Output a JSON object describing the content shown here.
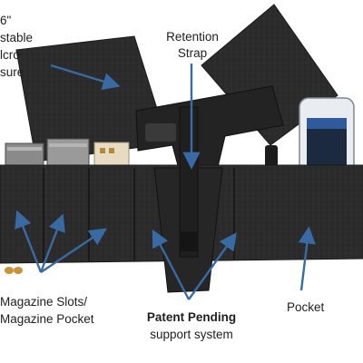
{
  "labels": {
    "velcro_line1": "6\"",
    "velcro_line2": "stable",
    "velcro_line3": "lcro",
    "velcro_line4": "sure",
    "retention_line1": "Retention",
    "retention_line2": "Strap",
    "magazine_line1": "Magazine Slots/",
    "magazine_line2": "Magazine Pocket",
    "patent_line1": "Patent Pending",
    "patent_line2": "support system",
    "pocket": "Pocket"
  },
  "colors": {
    "belt": "#2b2b2b",
    "belt_shadow": "#1a1a1a",
    "flap": "#262626",
    "arrow": "#3a6aa3",
    "text": "#1e1e1e"
  },
  "icons": [
    "pistol-icon",
    "smartphone-icon",
    "magazine-icon",
    "velcro-flap-icon",
    "retention-strap-icon"
  ]
}
